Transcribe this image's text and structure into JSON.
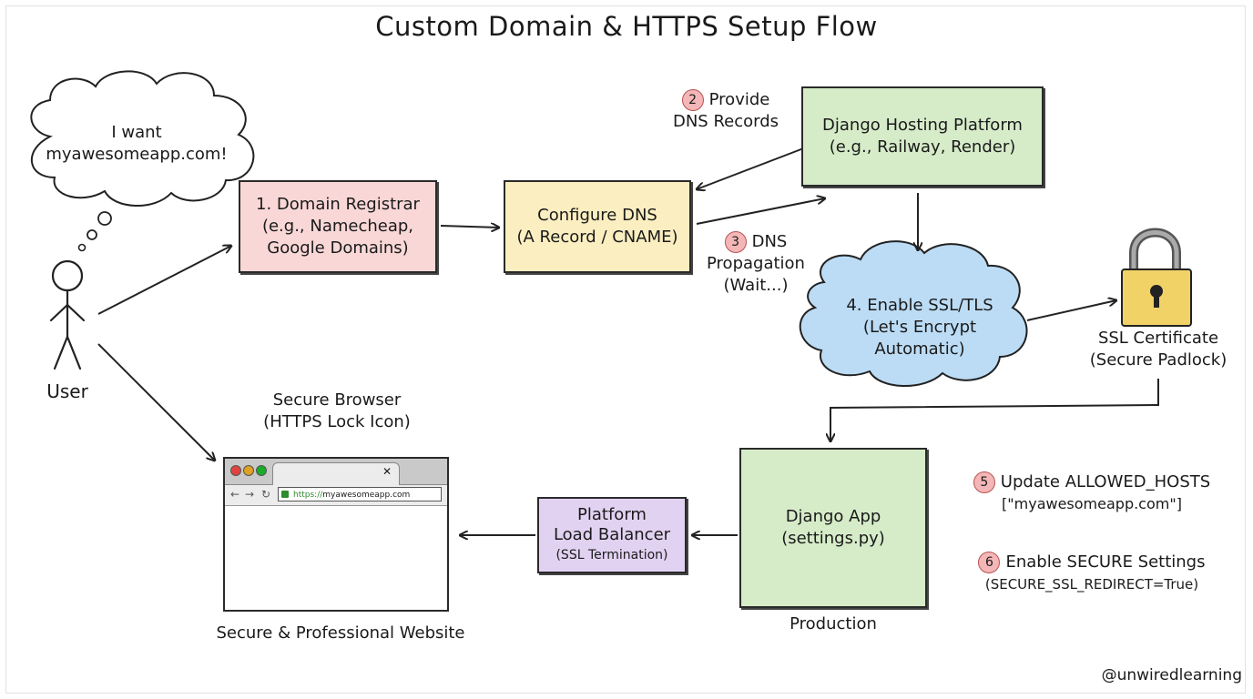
{
  "title": "Custom Domain & HTTPS Setup Flow",
  "user": {
    "thought": [
      "I want",
      "myawesomeapp.com!"
    ],
    "label": "User"
  },
  "registrar": [
    "1. Domain Registrar",
    "(e.g., Namecheap,",
    "Google Domains)"
  ],
  "configure_dns": [
    "Configure DNS",
    "(A Record / CNAME)"
  ],
  "hosting": [
    "Django Hosting Platform",
    "(e.g., Railway, Render)"
  ],
  "step2": {
    "num": "2",
    "lines": [
      "Provide",
      "DNS Records"
    ]
  },
  "step3": {
    "num": "3",
    "lines": [
      "DNS",
      "Propagation",
      "(Wait...)"
    ]
  },
  "ssl_cloud": [
    "4. Enable SSL/TLS",
    "(Let's Encrypt",
    "Automatic)"
  ],
  "ssl_cert": [
    "SSL Certificate",
    "(Secure Padlock)"
  ],
  "browser": {
    "caption": [
      "Secure Browser",
      "(HTTPS Lock Icon)"
    ],
    "url_protocol": "https://",
    "url_host": "myawesomeapp.com",
    "footer": "Secure & Professional Website"
  },
  "load_balancer": [
    "Platform",
    "Load Balancer",
    "(SSL Termination)"
  ],
  "django_app": [
    "Django App",
    "(settings.py)"
  ],
  "production": "Production",
  "step5": {
    "num": "5",
    "title": "Update ALLOWED_HOSTS",
    "sub": "[\"myawesomeapp.com\"]"
  },
  "step6": {
    "num": "6",
    "title": "Enable SECURE Settings",
    "sub": "(SECURE_SSL_REDIRECT=True)"
  },
  "credit": "@unwiredlearning",
  "icons": [
    "thought-cloud-icon",
    "stick-figure-icon",
    "padlock-icon",
    "browser-window-icon"
  ],
  "colors": {
    "registrar": "#f9d7d7",
    "configure_dns": "#fbeec0",
    "hosting": "#d6ecc9",
    "cloud": "#bcdcf5",
    "load_balancer": "#e2d2f2",
    "django_app": "#d6ecc9",
    "padlock": "#f1d267",
    "badge": "#f4b6b6"
  }
}
